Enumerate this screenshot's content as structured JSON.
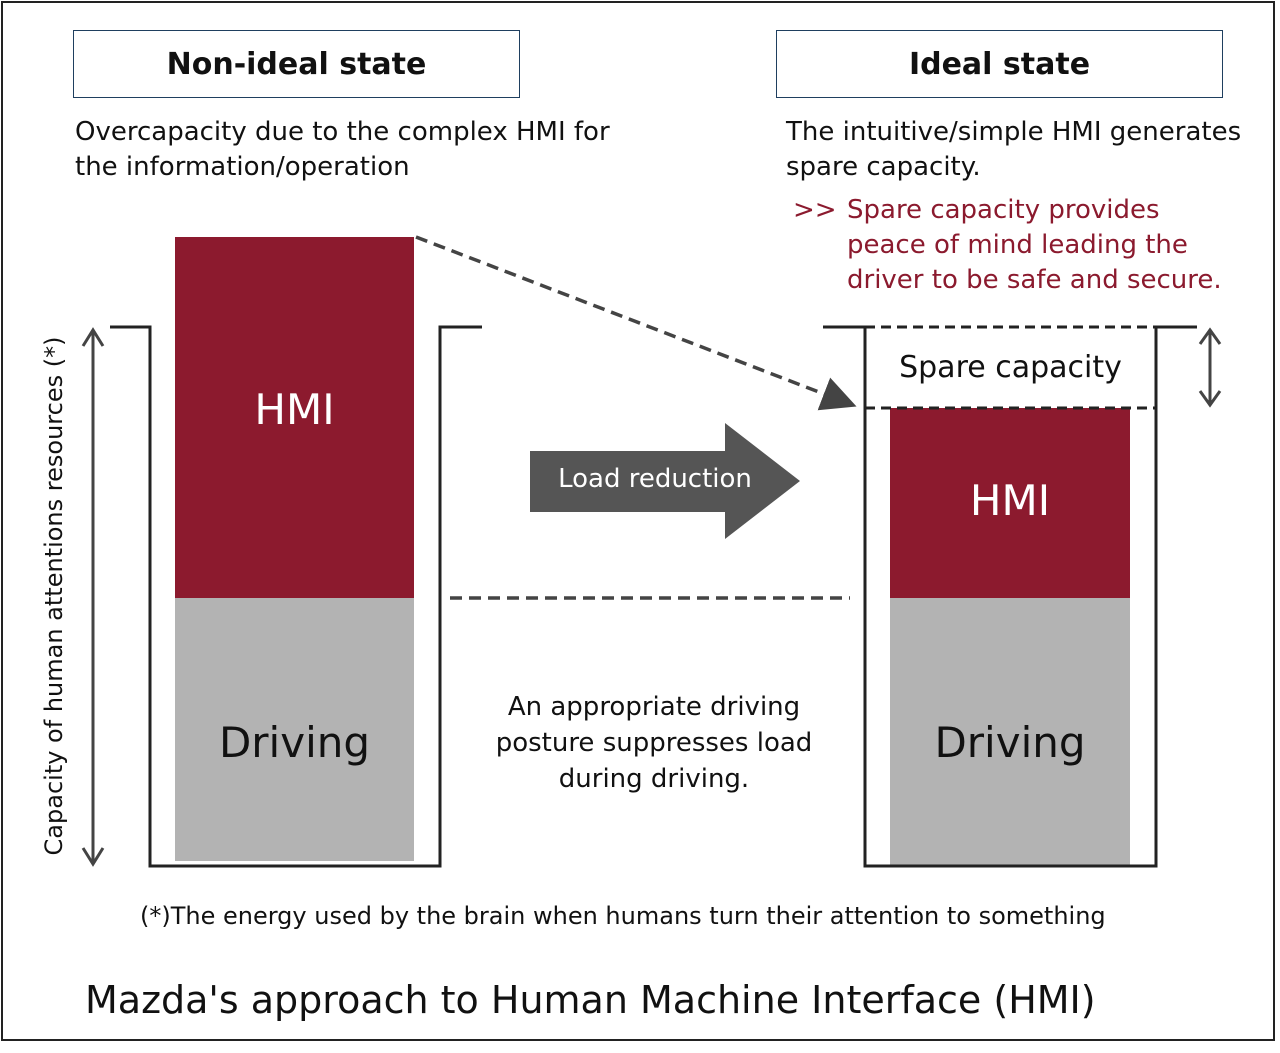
{
  "left_panel": {
    "header": "Non-ideal state",
    "description": "Overcapacity due to the complex HMI for the information/operation",
    "hmi_label": "HMI",
    "driving_label": "Driving"
  },
  "right_panel": {
    "header": "Ideal state",
    "description": "The intuitive/simple HMI generates spare capacity.",
    "note_prefix": ">>",
    "note_text": "Spare capacity provides peace of mind leading the driver to be safe and secure.",
    "spare_label": "Spare capacity",
    "hmi_label": "HMI",
    "driving_label": "Driving"
  },
  "center": {
    "arrow_label": "Load reduction",
    "posture_text": "An appropriate driving posture suppresses load during driving."
  },
  "axis_label": "Capacity of human attentions resources (*)",
  "footnote": "(*)The energy used by the brain when humans turn their attention to something",
  "main_title": "Mazda's approach to Human Machine Interface (HMI)",
  "colors": {
    "hmi": "#8c1a2e",
    "driving": "#b3b3b3",
    "arrow": "#555555",
    "note_text": "#8b1a2e",
    "header_border": "#1f3f5f"
  }
}
